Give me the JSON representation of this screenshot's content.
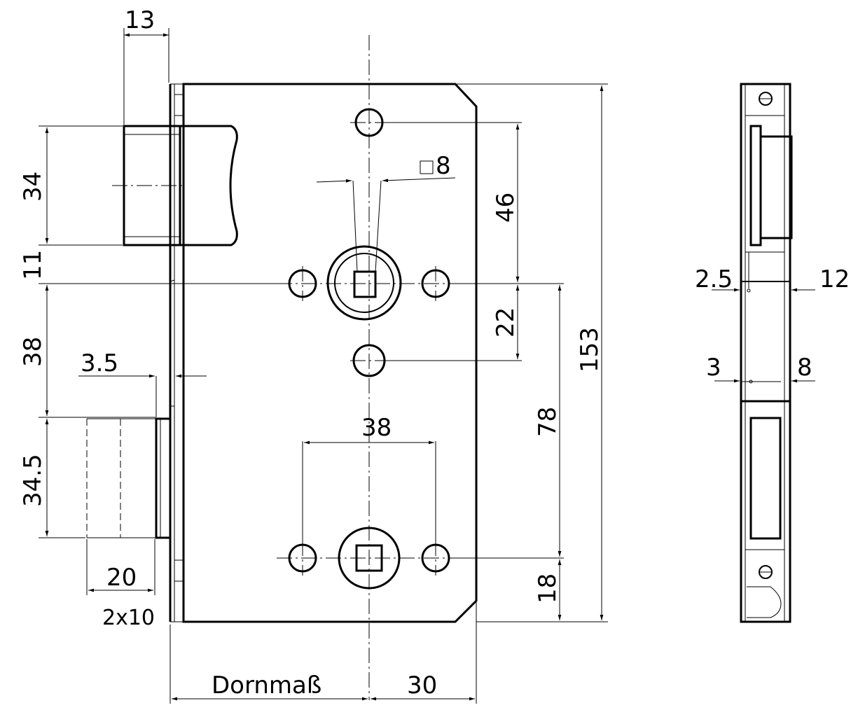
{
  "dimensions": {
    "d13": "13",
    "d34": "34",
    "d11": "11",
    "d38_left": "38",
    "d3_5": "3.5",
    "d34_5": "34.5",
    "d20": "20",
    "d2x10": "2x10",
    "d8_square": "8",
    "d46": "46",
    "d22": "22",
    "d78": "78",
    "d153": "153",
    "d38_center": "38",
    "d18": "18",
    "dornmass": "Dornmaß",
    "d30": "30",
    "d2_5": "2.5",
    "d12": "12",
    "d3": "3",
    "d8_side": "8"
  },
  "symbols": {
    "square_symbol": "square-symbol-icon",
    "screw_symbol": "screw-head-icon"
  },
  "colors": {
    "line": "#000000",
    "background": "#ffffff"
  }
}
